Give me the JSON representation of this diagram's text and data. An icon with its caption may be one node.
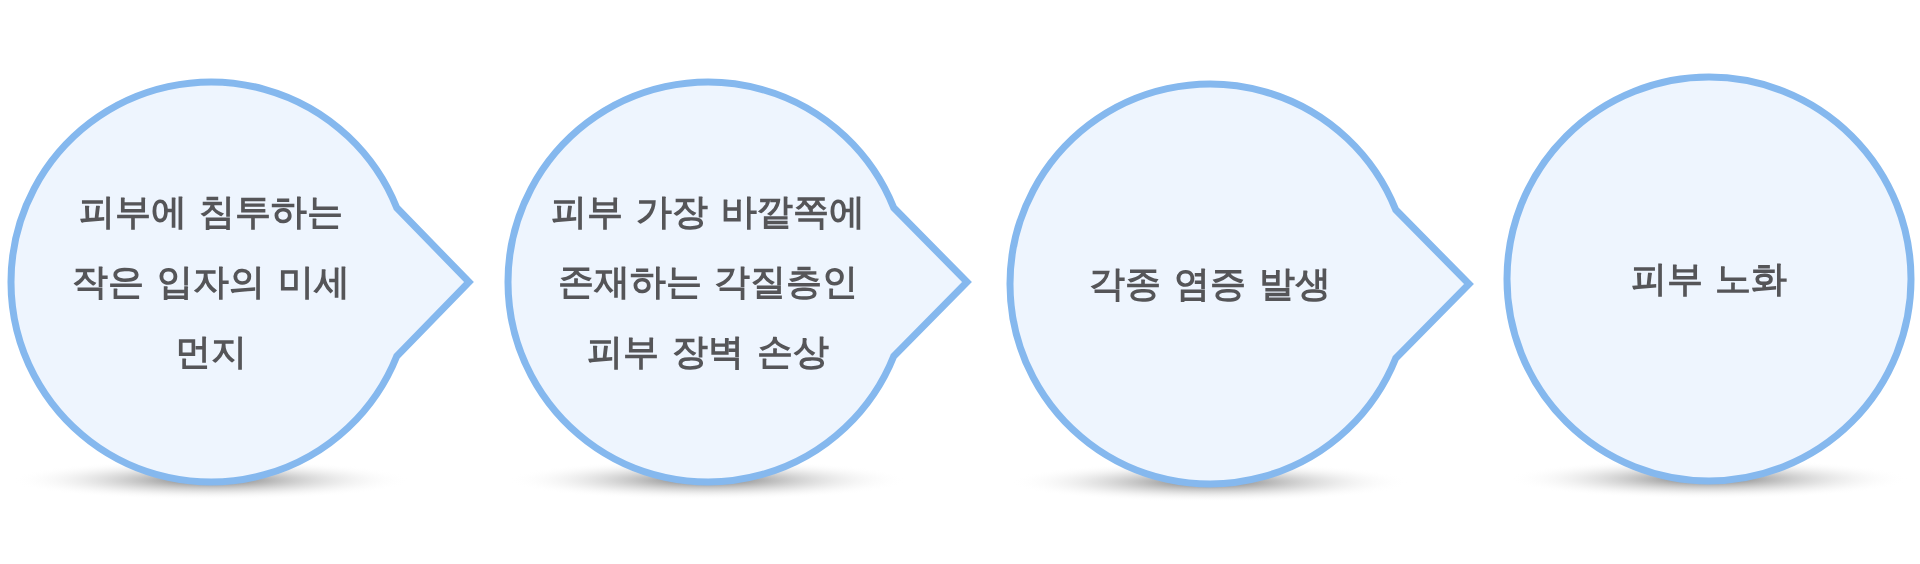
{
  "diagram": {
    "nodes": [
      {
        "text": [
          "피부에 침투하는 작은 입자의 미세먼지"
        ]
      },
      {
        "text": [
          "피부 가장 바깥쪽에 존재하는 각질층인 피부 장벽 손상"
        ]
      },
      {
        "text": [
          "각종 염증 발생"
        ]
      },
      {
        "text": [
          "피부 노화"
        ]
      }
    ]
  }
}
